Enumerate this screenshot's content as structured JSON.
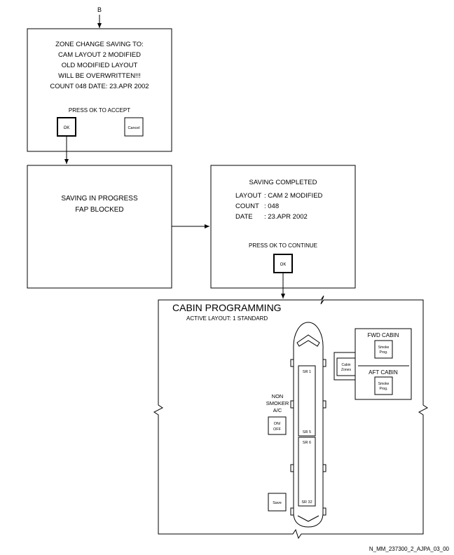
{
  "connector_label": "B",
  "zone_change_dialog": {
    "lines": [
      "ZONE CHANGE SAVING TO:",
      "CAM LAYOUT 2 MODIFIED",
      "OLD MODIFIED LAYOUT",
      "WILL BE OVERWRITTEN!!!",
      "COUNT 048 DATE: 23.APR 2002"
    ],
    "prompt": "PRESS OK TO ACCEPT",
    "ok_label": "OK",
    "cancel_label": "Cancel"
  },
  "saving_progress": {
    "lines": [
      "SAVING IN PROGRESS",
      "FAP BLOCKED"
    ]
  },
  "saving_completed": {
    "title": "SAVING COMPLETED",
    "rows": [
      {
        "key": "LAYOUT",
        "value": ": CAM 2 MODIFIED"
      },
      {
        "key": "COUNT",
        "value": ": 048"
      },
      {
        "key": "DATE",
        "value": ": 23.APR 2002"
      }
    ],
    "prompt": "PRESS OK TO CONTINUE",
    "ok_label": "OK"
  },
  "cabin_programming": {
    "title": "CABIN PROGRAMMING",
    "active_layout": "ACTIVE LAYOUT: 1 STANDARD",
    "non_smoker_lines": [
      "NON",
      "SMOKER",
      "A/C"
    ],
    "onoff_lines": [
      "ON/",
      "OFF"
    ],
    "save_label": "Save",
    "sr_labels": [
      "SR 1",
      "SR 5",
      "SR 6",
      "SR 32"
    ],
    "fwd_cabin": "FWD CABIN",
    "aft_cabin": "AFT CABIN",
    "smoke_prog_lines": [
      "Smoke",
      "Prog."
    ],
    "cabin_zones_lines": [
      "Cabin",
      "Zones"
    ]
  },
  "figure_id": "N_MM_237300_2_AJPA_03_00"
}
